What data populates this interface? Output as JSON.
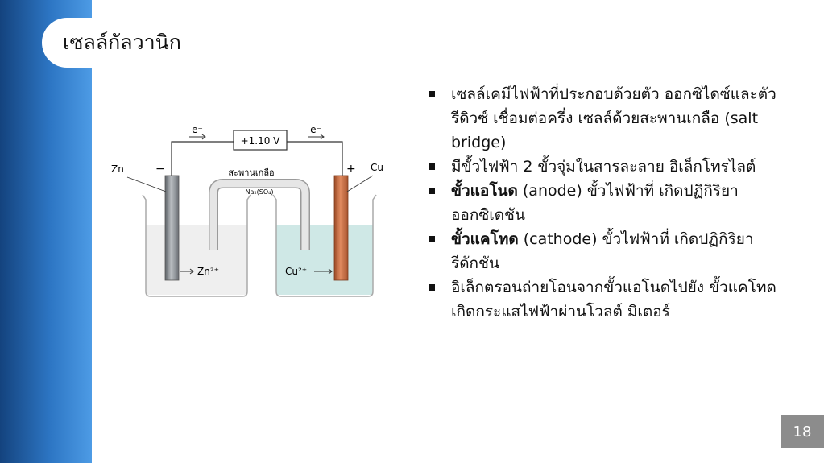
{
  "slide": {
    "title": "เซลล์กัลวานิก",
    "page_number": "18"
  },
  "diagram": {
    "voltage": "+1.10  V",
    "electron_left": "e⁻",
    "electron_right": "e⁻",
    "anode_label": "Zn",
    "cathode_label": "Cu",
    "minus_sign": "−",
    "plus_sign": "+",
    "salt_bridge_label": "สะพานเกลือ",
    "salt_formula": "Na₂(SO₄)",
    "ion_left": "Zn²⁺",
    "ion_right": "Cu²⁺",
    "colors": {
      "zinc": "#8a8f94",
      "copper": "#c9683d",
      "solution_right": "#cfe8e6",
      "solution_left": "#efefef"
    }
  },
  "bullets": [
    {
      "bold": "",
      "text": "เซลล์เคมีไฟฟ้าที่ประกอบด้วยตัว ออกซิไดซ์และตัวรีดิวซ์ เชื่อมต่อครึ่ง เซลล์ด้วยสะพานเกลือ (salt bridge)"
    },
    {
      "bold": "",
      "text": "มีขั้วไฟฟ้า 2 ขั้วจุ่มในสารละลาย อิเล็กโทรไลต์"
    },
    {
      "bold": "ขั้วแอโนด",
      "text": " (anode) ขั้วไฟฟ้าที่ เกิดปฏิกิริยาออกซิเดชัน"
    },
    {
      "bold": "ขั้วแคโทด",
      "text": " (cathode) ขั้วไฟฟ้าที่ เกิดปฏิกิริยารีดักชัน"
    },
    {
      "bold": "",
      "text": "อิเล็กตรอนถ่ายโอนจากขั้วแอโนดไปยัง ขั้วแคโทด เกิดกระแสไฟฟ้าผ่านโวลต์ มิเตอร์"
    }
  ]
}
